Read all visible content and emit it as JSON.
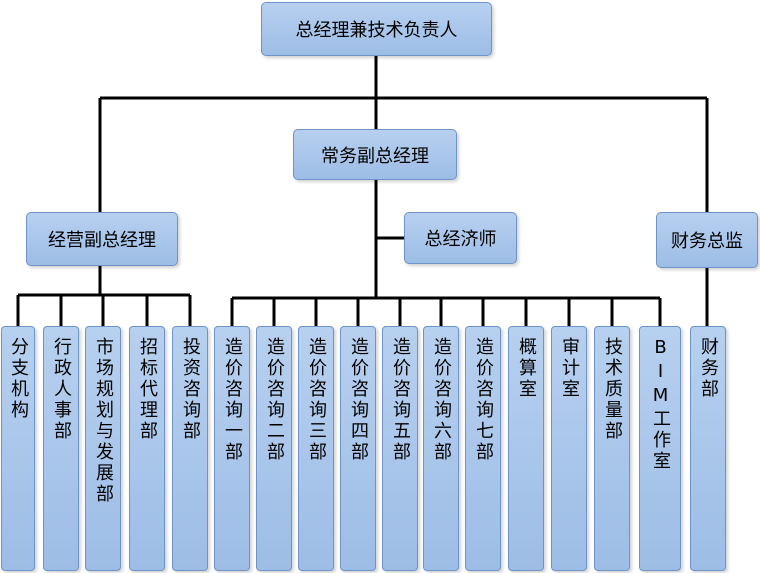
{
  "top": {
    "label": "总经理兼技术负责人"
  },
  "level2": {
    "executive_vp": "常务副总经理",
    "business_vp": "经营副总经理",
    "chief_economist": "总经济师",
    "finance_director": "财务总监"
  },
  "departments": [
    "分支机构",
    "行政人事部",
    "市场规划与发展部",
    "招标代理部",
    "投资咨询部",
    "造价咨询一部",
    "造价咨询二部",
    "造价咨询三部",
    "造价咨询四部",
    "造价咨询五部",
    "造价咨询六部",
    "造价咨询七部",
    "概算室",
    "审计室",
    "技术质量部",
    "BIM工作室",
    "财务部"
  ],
  "colors": {
    "box_fill": "#a8c6ea",
    "box_border": "#6e93c6",
    "line": "#000000"
  }
}
